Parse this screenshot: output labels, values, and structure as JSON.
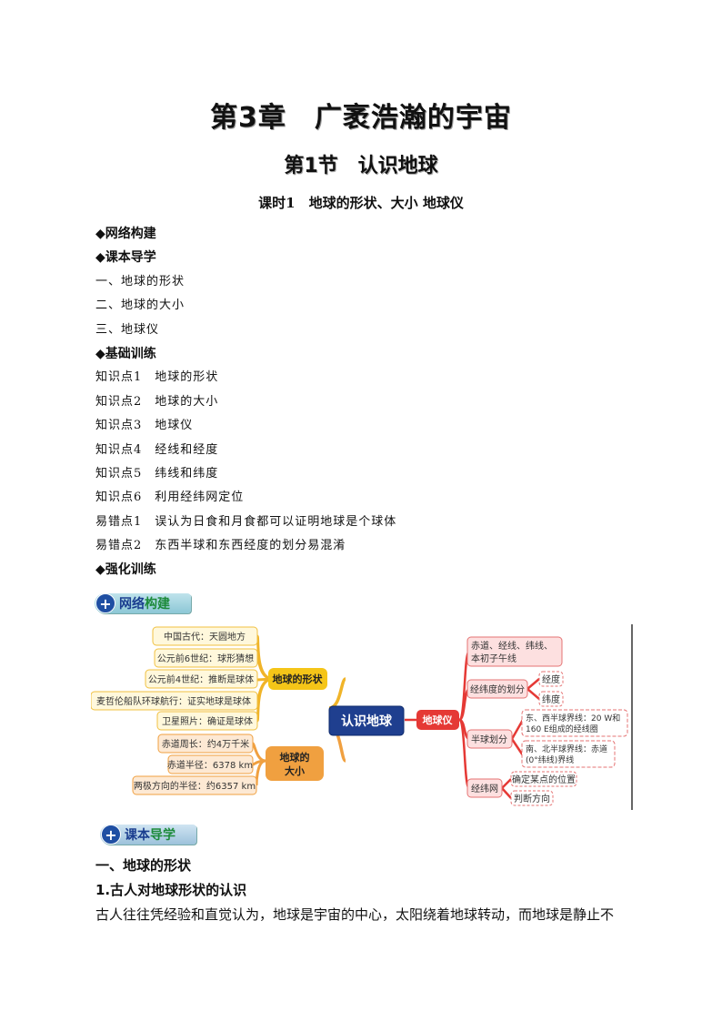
{
  "titles": {
    "chapter": "第3章　广袤浩瀚的宇宙",
    "section": "第1节　认识地球",
    "lesson": "课时1　地球的形状、大小 地球仪"
  },
  "toc": [
    {
      "kind": "sec",
      "text": "◆网络构建"
    },
    {
      "kind": "sec",
      "text": "◆课本导学"
    },
    {
      "kind": "sub",
      "text": "一、地球的形状"
    },
    {
      "kind": "sub",
      "text": "二、地球的大小"
    },
    {
      "kind": "sub",
      "text": "三、地球仪"
    },
    {
      "kind": "sec",
      "text": "◆基础训练"
    },
    {
      "kind": "sub",
      "text": "知识点1　地球的形状"
    },
    {
      "kind": "sub",
      "text": "知识点2　地球的大小"
    },
    {
      "kind": "sub",
      "text": "知识点3　地球仪"
    },
    {
      "kind": "sub",
      "text": "知识点4　经线和经度"
    },
    {
      "kind": "sub",
      "text": "知识点5　纬线和纬度"
    },
    {
      "kind": "sub",
      "text": "知识点6　利用经纬网定位"
    },
    {
      "kind": "sub",
      "text": "易错点1　误认为日食和月食都可以证明地球是个球体"
    },
    {
      "kind": "sub",
      "text": "易错点2　东西半球和东西经度的划分易混淆"
    },
    {
      "kind": "sec",
      "text": "◆强化训练"
    }
  ],
  "badges": {
    "network": {
      "a": "网络",
      "b": "构建"
    },
    "textbook": {
      "a": "课本",
      "b": "导学"
    }
  },
  "mindmap": {
    "center": "认识地球",
    "shape": {
      "label": "地球的形状",
      "items": [
        "中国古代：天圆地方",
        "公元前6世纪：球形猜想",
        "公元前4世纪：推断是球体",
        "麦哲伦船队环球航行：证实地球是球体",
        "卫星照片：确证是球体"
      ]
    },
    "size": {
      "label_line1": "地球的",
      "label_line2": "大小",
      "items": [
        "赤道周长：约4万千米",
        "赤道半径：6378 km",
        "两极方向的半径：约6357 km"
      ]
    },
    "globe": {
      "label": "地球仪",
      "items": {
        "lines_1": "赤道、经线、纬线、",
        "lines_2": "本初子午线",
        "lonlat": "经纬度的划分",
        "lon": "经度",
        "lat": "纬度",
        "hemi": "半球划分",
        "ew_1": "东、西半球界线：20 W和",
        "ew_2": "160 E组成的经线圈",
        "ns_1": "南、北半球界线：赤道",
        "ns_2": "(0°纬线)界线",
        "grid": "经纬网",
        "loc": "确定某点的位置",
        "dir": "判断方向"
      }
    },
    "colors": {
      "center": "#1f3f8f",
      "shape": "#f5c518",
      "size": "#f0a040",
      "globe": "#e53935"
    }
  },
  "body": {
    "heading": "一、地球的形状",
    "subheading": "1.古人对地球形状的认识",
    "paragraph": "古人往往凭经验和直觉认为，地球是宇宙的中心，太阳绕着地球转动，而地球是静止不"
  }
}
